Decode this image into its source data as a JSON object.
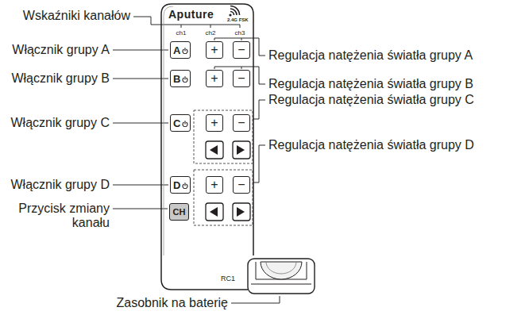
{
  "diagram": {
    "nodes": [
      {
        "text": [
          "Aputure",
          "2.4G FSK",
          "ch1",
          "ch2",
          "ch3",
          "RC1"
        ]
      },
      {
        "text": [
          "A"
        ],
        "in": 0
      },
      {
        "text": [
          "+"
        ],
        "in": 0
      },
      {
        "text": [
          "−"
        ],
        "in": 0
      },
      {
        "text": [
          "B"
        ],
        "in": 0
      },
      {
        "text": [
          "+"
        ],
        "in": 0
      },
      {
        "text": [
          "−"
        ],
        "in": 0
      },
      {
        "text": [
          "C"
        ],
        "in": 0
      },
      {
        "text": [
          "+"
        ],
        "in": 0
      },
      {
        "text": [
          "−"
        ],
        "in": 0
      },
      {
        "text": [
          "D"
        ],
        "in": 0
      },
      {
        "text": [
          "+"
        ],
        "in": 0
      },
      {
        "text": [
          "−"
        ],
        "in": 0
      },
      {
        "text": [
          "CH"
        ],
        "in": 0
      }
    ],
    "labels": [
      "Wskaźniki kanałów",
      "Włącznik grupy A",
      "Włącznik grupy B",
      "Włącznik grupy C",
      "Włącznik grupy D",
      "Przycisk zmiany kanału",
      "Regulacja natężenia światła grupy A",
      "Regulacja natężenia światła grupy B",
      "Regulacja natężenia światła grupy C",
      "Regulacja natężenia światła grupy D",
      "Zasobnik na baterię"
    ]
  }
}
